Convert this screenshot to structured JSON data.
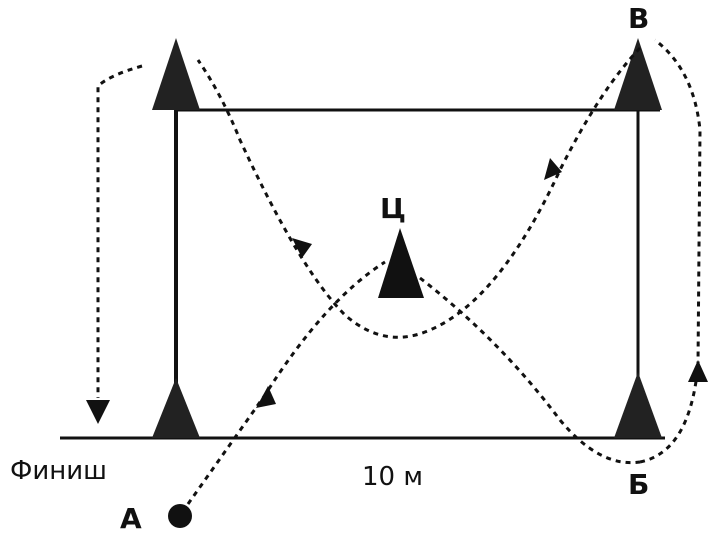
{
  "labels": {
    "point_v": "В",
    "point_ts": "Ц",
    "finish": "Финиш",
    "distance": "10 м",
    "point_b": "Б",
    "point_a": "А"
  },
  "colors": {
    "ink": "#111111",
    "background": "#ffffff"
  },
  "shapes": {
    "cones": 5,
    "start_marker": "filled-circle"
  }
}
